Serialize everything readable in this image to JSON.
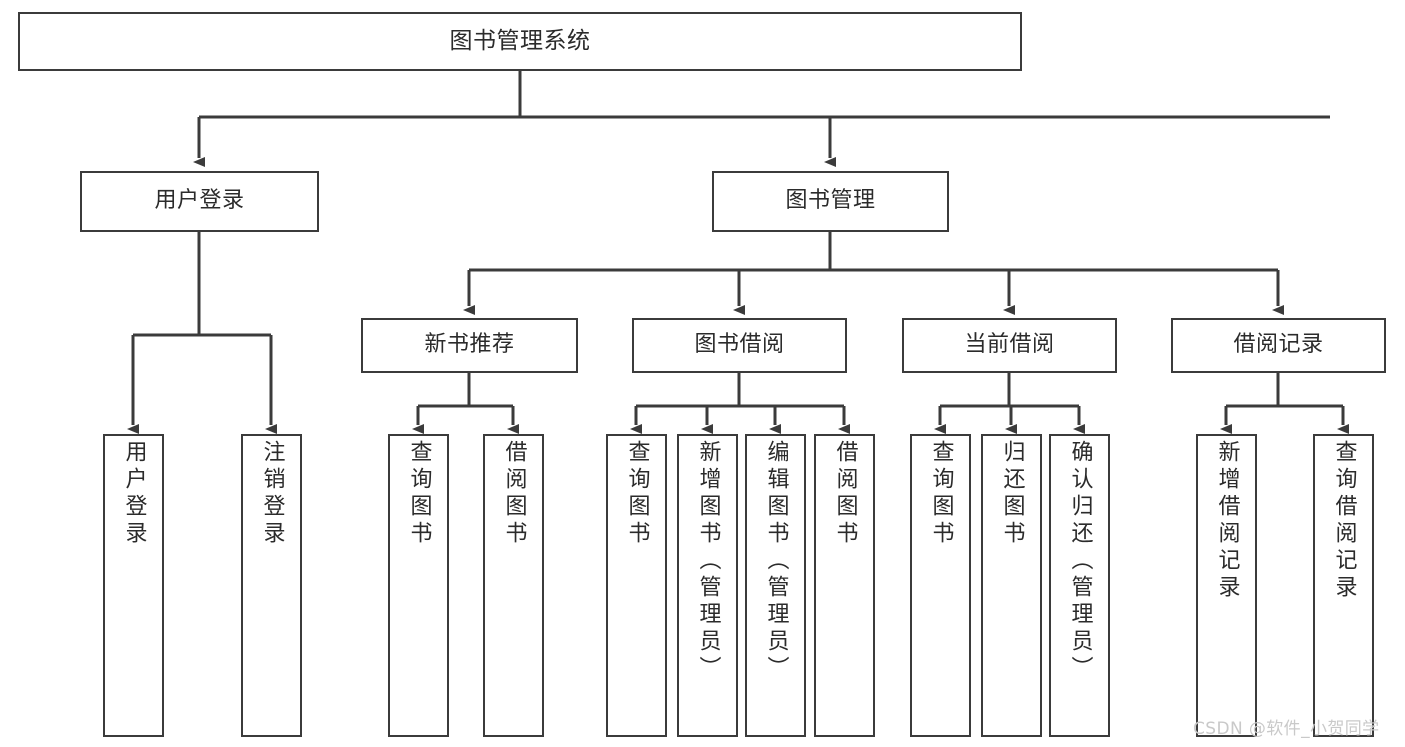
{
  "diagram": {
    "title": "图书管理系统",
    "type": "hierarchy-tree",
    "stroke_color": "#3b3b3b",
    "fill_color": "#ffffff",
    "text_color": "#2b2b2b",
    "nodes": {
      "root": {
        "label": "图书管理系统"
      },
      "level1": [
        {
          "label": "用户登录"
        },
        {
          "label": "图书管理"
        }
      ],
      "level2": [
        {
          "label": "新书推荐"
        },
        {
          "label": "图书借阅"
        },
        {
          "label": "当前借阅"
        },
        {
          "label": "借阅记录"
        }
      ],
      "leaves": {
        "user_login": [
          {
            "label": "用户登录"
          },
          {
            "label": "注销登录"
          }
        ],
        "new_book": [
          {
            "label": "查询图书"
          },
          {
            "label": "借阅图书"
          }
        ],
        "book_borrow": [
          {
            "label": "查询图书"
          },
          {
            "label": "新增图书（管理员）"
          },
          {
            "label": "编辑图书（管理员）"
          },
          {
            "label": "借阅图书"
          }
        ],
        "current_borrow": [
          {
            "label": "查询图书"
          },
          {
            "label": "归还图书"
          },
          {
            "label": "确认归还（管理员）"
          }
        ],
        "borrow_record": [
          {
            "label": "新增借阅记录"
          },
          {
            "label": "查询借阅记录"
          }
        ]
      }
    },
    "watermark": "CSDN @软件_小贺同学"
  }
}
